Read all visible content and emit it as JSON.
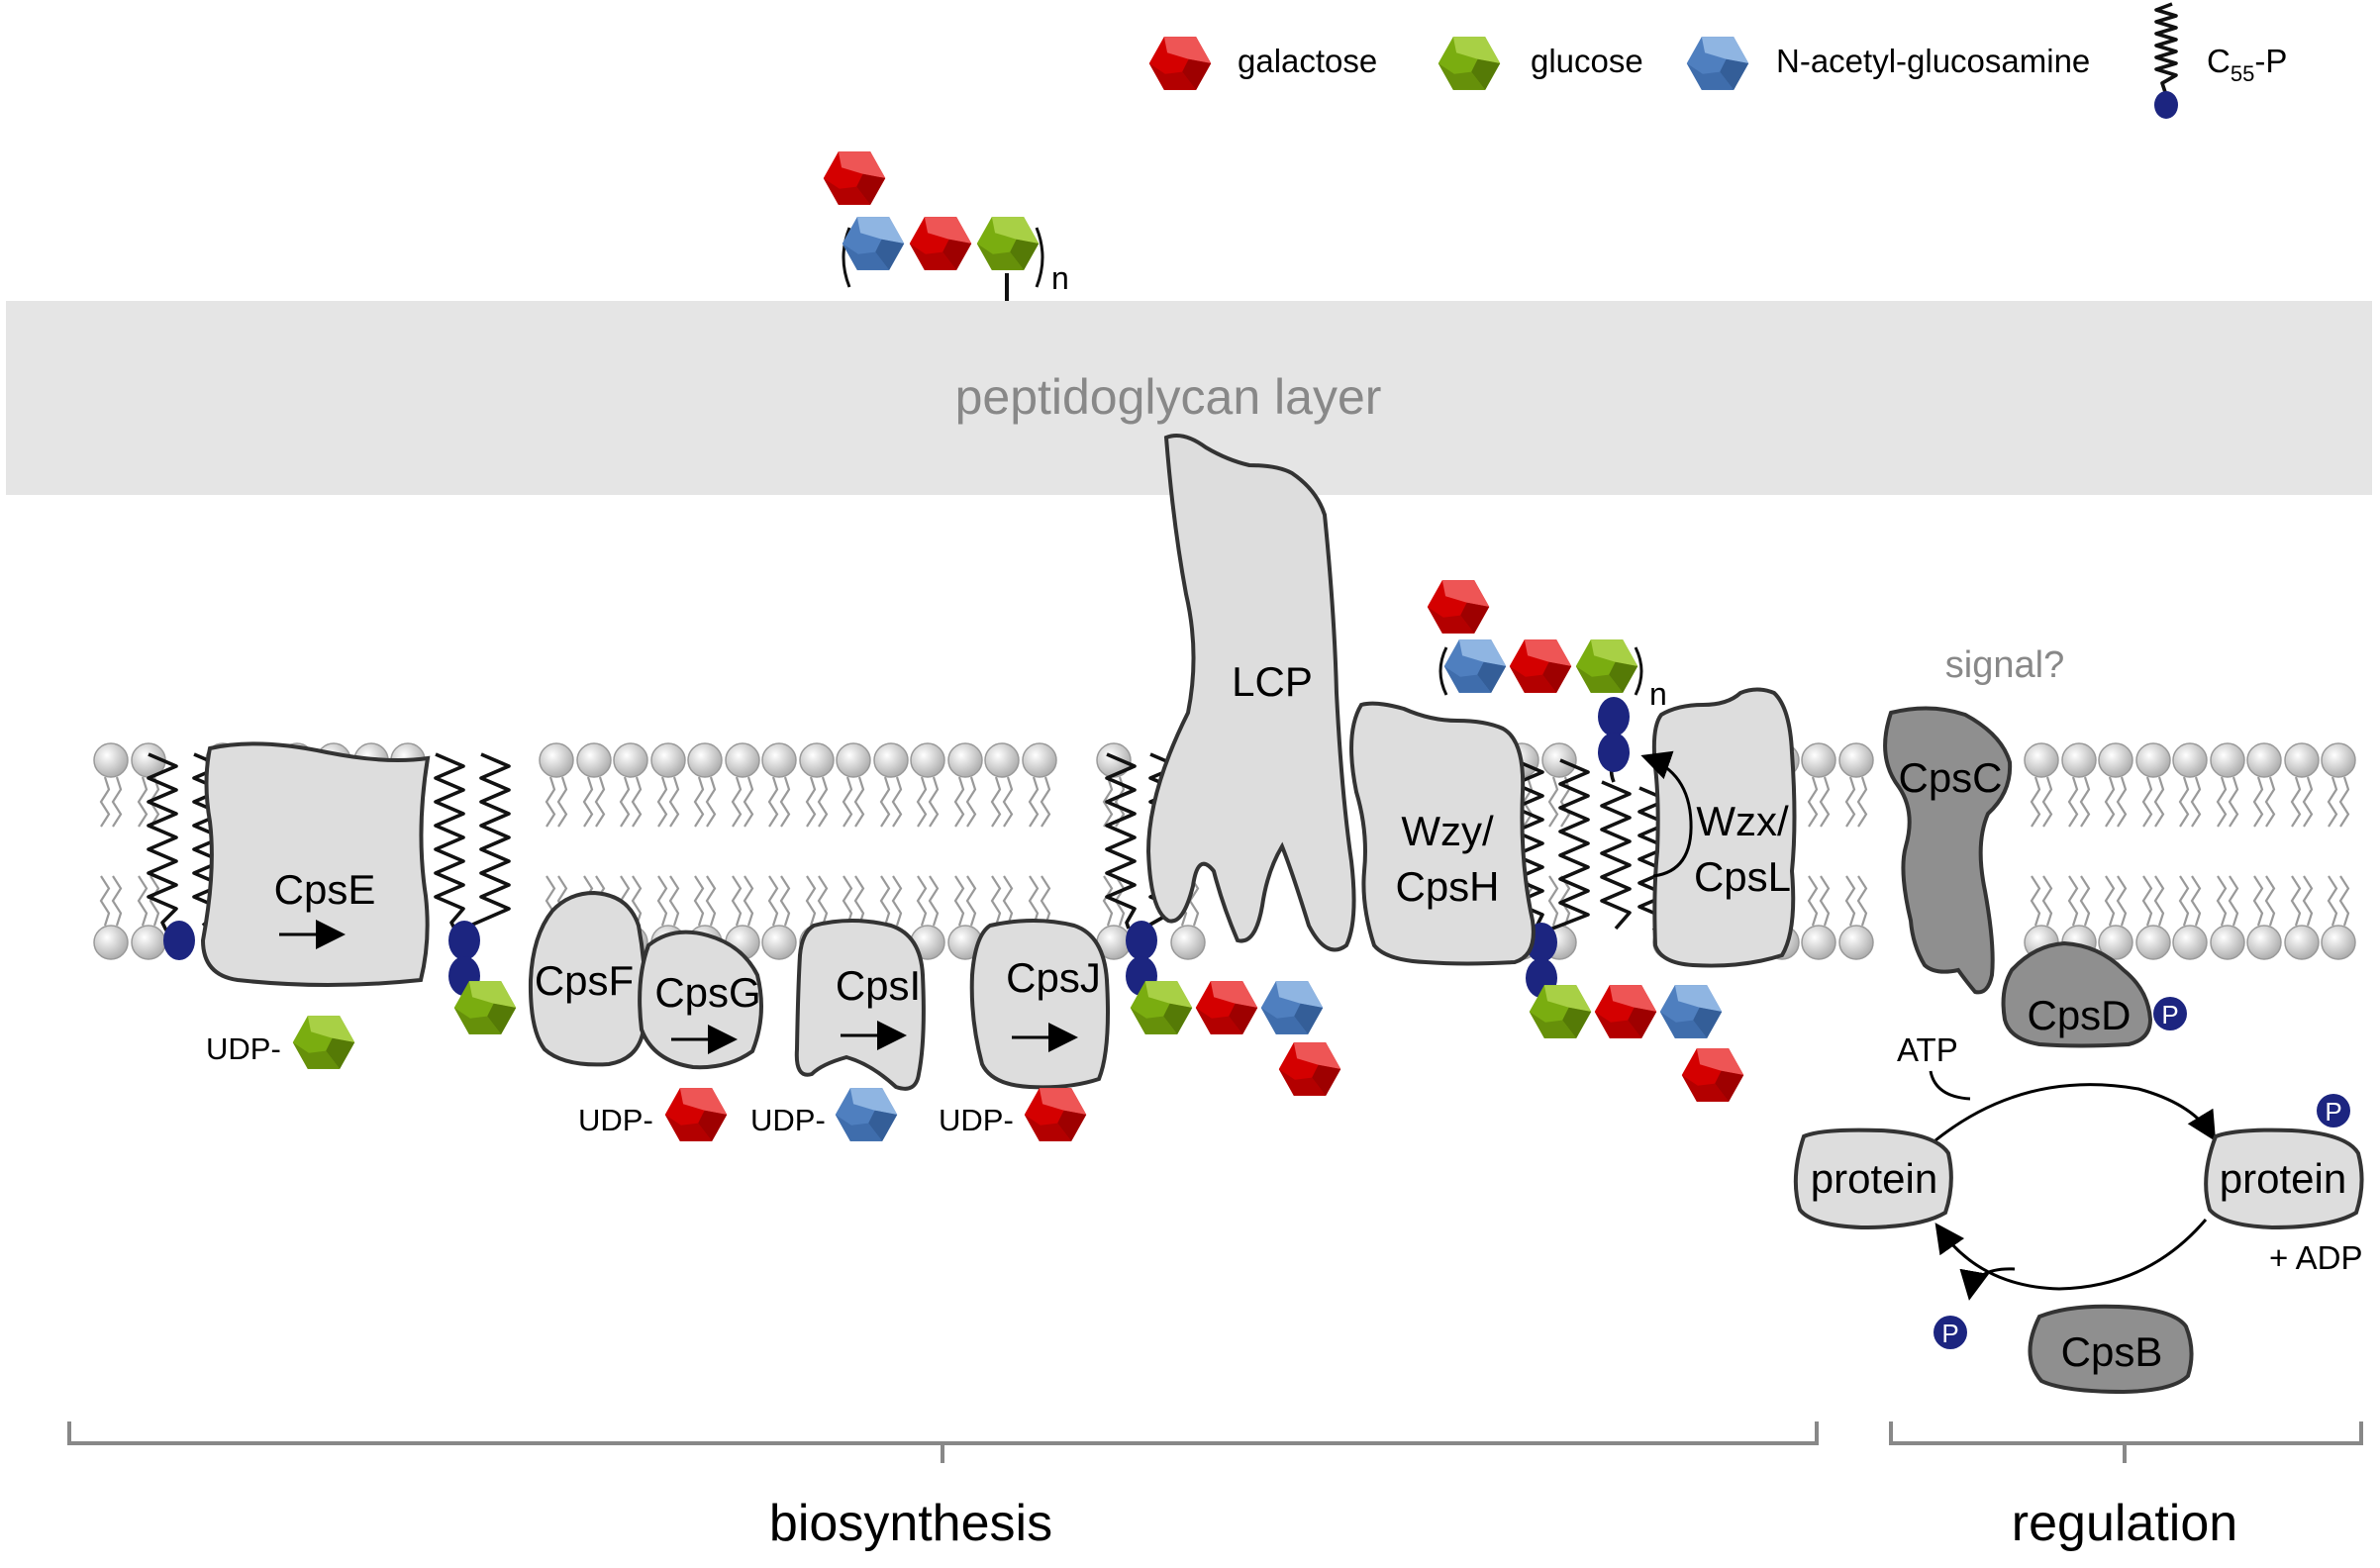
{
  "legend": {
    "galactose": "galactose",
    "glucose": "glucose",
    "glcnac": "N-acetyl-glucosamine",
    "c55p": "C",
    "c55p_sub": "55",
    "c55p_suffix": "-P"
  },
  "layers": {
    "peptidoglycan": "peptidoglycan layer"
  },
  "proteins": {
    "cpse": "CpsE",
    "cpsf": "CpsF",
    "cpsg": "CpsG",
    "cpsi": "CpsI",
    "cpsj": "CpsJ",
    "lcp": "LCP",
    "wzy_line1": "Wzy/",
    "wzy_line2": "CpsH",
    "wzx_line1": "Wzx/",
    "wzx_line2": "CpsL",
    "cpsc": "CpsC",
    "cpsd": "CpsD",
    "cpsb": "CpsB",
    "protein_left": "protein",
    "protein_right": "protein"
  },
  "labels": {
    "udp": "UDP-",
    "repeat_n": "n",
    "signal": "signal?",
    "atp": "ATP",
    "adp": "+ ADP",
    "phosphate": "P"
  },
  "sections": {
    "biosynthesis": "biosynthesis",
    "regulation": "regulation"
  },
  "colors": {
    "galactose": "#d40000",
    "glucose": "#7aad10",
    "glcnac": "#4f7fbf",
    "lipid_head": "#1c2580",
    "protein_light": "#dddddd",
    "protein_dark": "#8f8f8f",
    "peptidoglycan": "#e5e5e5"
  }
}
